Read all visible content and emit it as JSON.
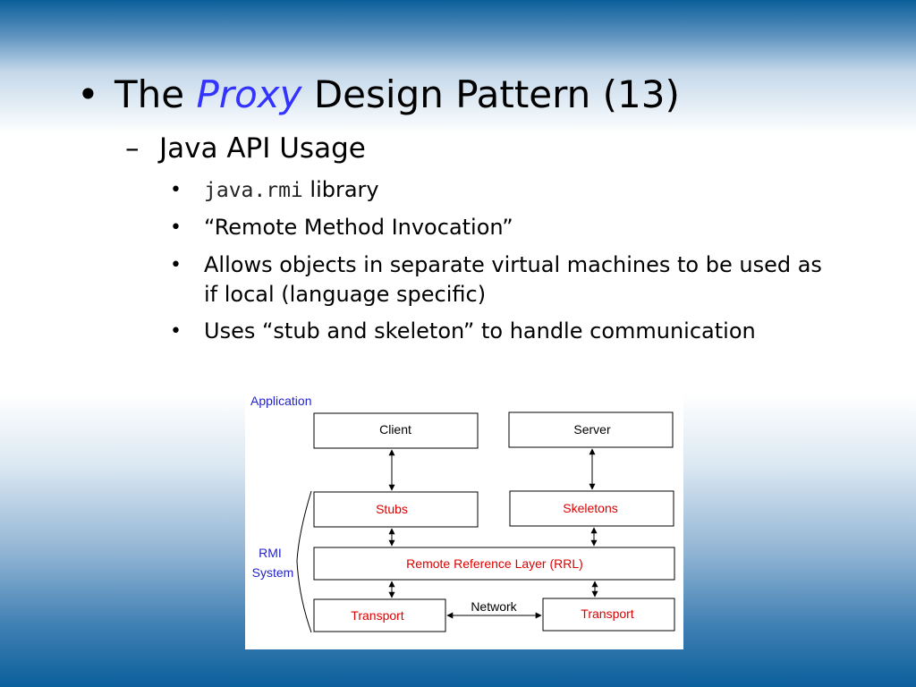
{
  "slide": {
    "title_pre": "The ",
    "title_em": "Proxy",
    "title_post": " Design Pattern (13)",
    "subtitle": "Java API Usage",
    "bullet_1_code": "java.rmi",
    "bullet_1_rest": " library",
    "bullet_2": "“Remote Method Invocation”",
    "bullet_3": "Allows objects in separate virtual machines to be used as if local (language specific)",
    "bullet_4": "Uses “stub and skeleton” to handle communication"
  },
  "diagram": {
    "application_label": "Application",
    "client": "Client",
    "server": "Server",
    "stubs": "Stubs",
    "skeletons": "Skeletons",
    "rmi_label_1": "RMI",
    "rmi_label_2": "System",
    "rrl": "Remote Reference Layer (RRL)",
    "transport_left": "Transport",
    "network": "Network",
    "transport_right": "Transport"
  },
  "colors": {
    "label_blue": "#2222cc",
    "box_text_red": "#dd0000",
    "proxy_blue": "#3333ff"
  }
}
